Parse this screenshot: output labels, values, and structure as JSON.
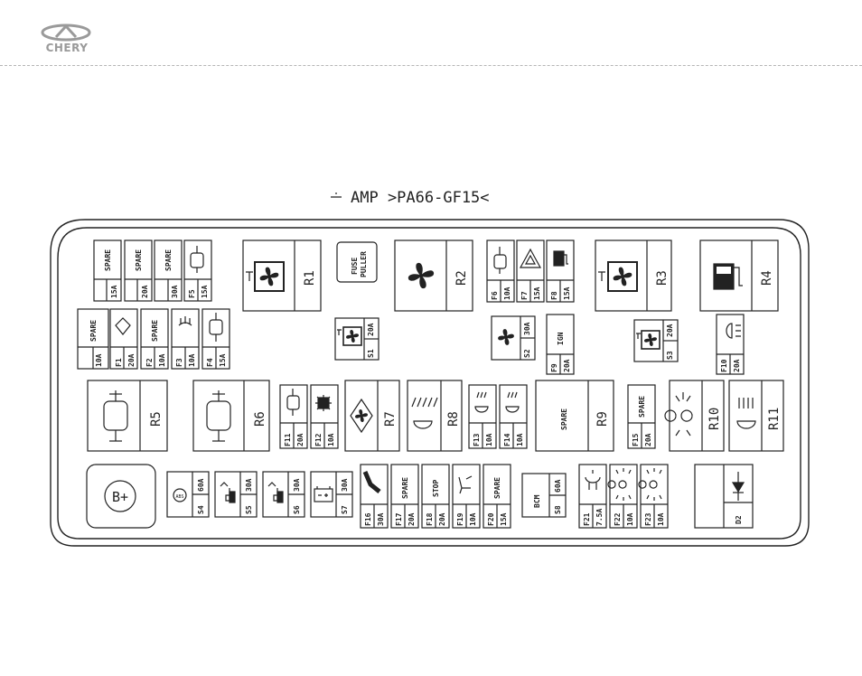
{
  "logo": {
    "brand": "CHERY"
  },
  "diagram": {
    "material_marking": "AMP >PA66-GF15<",
    "fuses_row1": [
      {
        "id": "",
        "rating": "15A",
        "label": "SPARE"
      },
      {
        "id": "",
        "rating": "20A",
        "label": "SPARE"
      },
      {
        "id": "",
        "rating": "30A",
        "label": "SPARE"
      },
      {
        "id": "F5",
        "rating": "15A",
        "label": ""
      }
    ],
    "fuses_row2": [
      {
        "id": "",
        "rating": "10A",
        "label": "SPARE"
      },
      {
        "id": "F1",
        "rating": "20A",
        "label": ""
      },
      {
        "id": "F2",
        "rating": "10A",
        "label": "SPARE"
      },
      {
        "id": "F3",
        "rating": "10A",
        "label": ""
      },
      {
        "id": "F4",
        "rating": "15A",
        "label": ""
      }
    ],
    "fuse_puller": [
      "FUSE",
      "PULLER"
    ],
    "fuses_mid": [
      {
        "id": "F6",
        "rating": "10A",
        "label": ""
      },
      {
        "id": "F7",
        "rating": "15A",
        "label": ""
      },
      {
        "id": "F8",
        "rating": "15A",
        "label": ""
      },
      {
        "id": "F9",
        "rating": "20A",
        "label": "IGN"
      },
      {
        "id": "F10",
        "rating": "20A",
        "label": ""
      }
    ],
    "slow_fuses_top": [
      {
        "id": "S1",
        "rating": "20A"
      },
      {
        "id": "S2",
        "rating": "30A"
      },
      {
        "id": "S3",
        "rating": "20A"
      }
    ],
    "relays": [
      "R1",
      "R2",
      "R3",
      "R4",
      "R5",
      "R6",
      "R7",
      "R8",
      "R9",
      "R10",
      "R11"
    ],
    "relay_spare_label": "SPARE",
    "fuses_row3": [
      {
        "id": "F11",
        "rating": "20A",
        "label": ""
      },
      {
        "id": "F12",
        "rating": "10A",
        "label": ""
      },
      {
        "id": "F13",
        "rating": "10A",
        "label": ""
      },
      {
        "id": "F14",
        "rating": "10A",
        "label": ""
      },
      {
        "id": "F15",
        "rating": "20A",
        "label": "SPARE"
      }
    ],
    "battery_terminal": "B+",
    "slow_fuses_bottom": [
      {
        "id": "S4",
        "rating": "60A",
        "label": "ABS"
      },
      {
        "id": "S5",
        "rating": "30A",
        "label": ""
      },
      {
        "id": "S6",
        "rating": "30A",
        "label": ""
      },
      {
        "id": "S7",
        "rating": "30A",
        "label": ""
      },
      {
        "id": "S8",
        "rating": "60A",
        "label": "BCM"
      }
    ],
    "fuses_row4": [
      {
        "id": "F16",
        "rating": "30A",
        "label": ""
      },
      {
        "id": "F17",
        "rating": "20A",
        "label": "SPARE"
      },
      {
        "id": "F18",
        "rating": "20A",
        "label": "STOP"
      },
      {
        "id": "F19",
        "rating": "10A",
        "label": ""
      },
      {
        "id": "F20",
        "rating": "15A",
        "label": "SPARE"
      },
      {
        "id": "F21",
        "rating": "7.5A",
        "label": ""
      },
      {
        "id": "F22",
        "rating": "10A",
        "label": ""
      },
      {
        "id": "F23",
        "rating": "10A",
        "label": ""
      }
    ],
    "diode": "D2"
  }
}
